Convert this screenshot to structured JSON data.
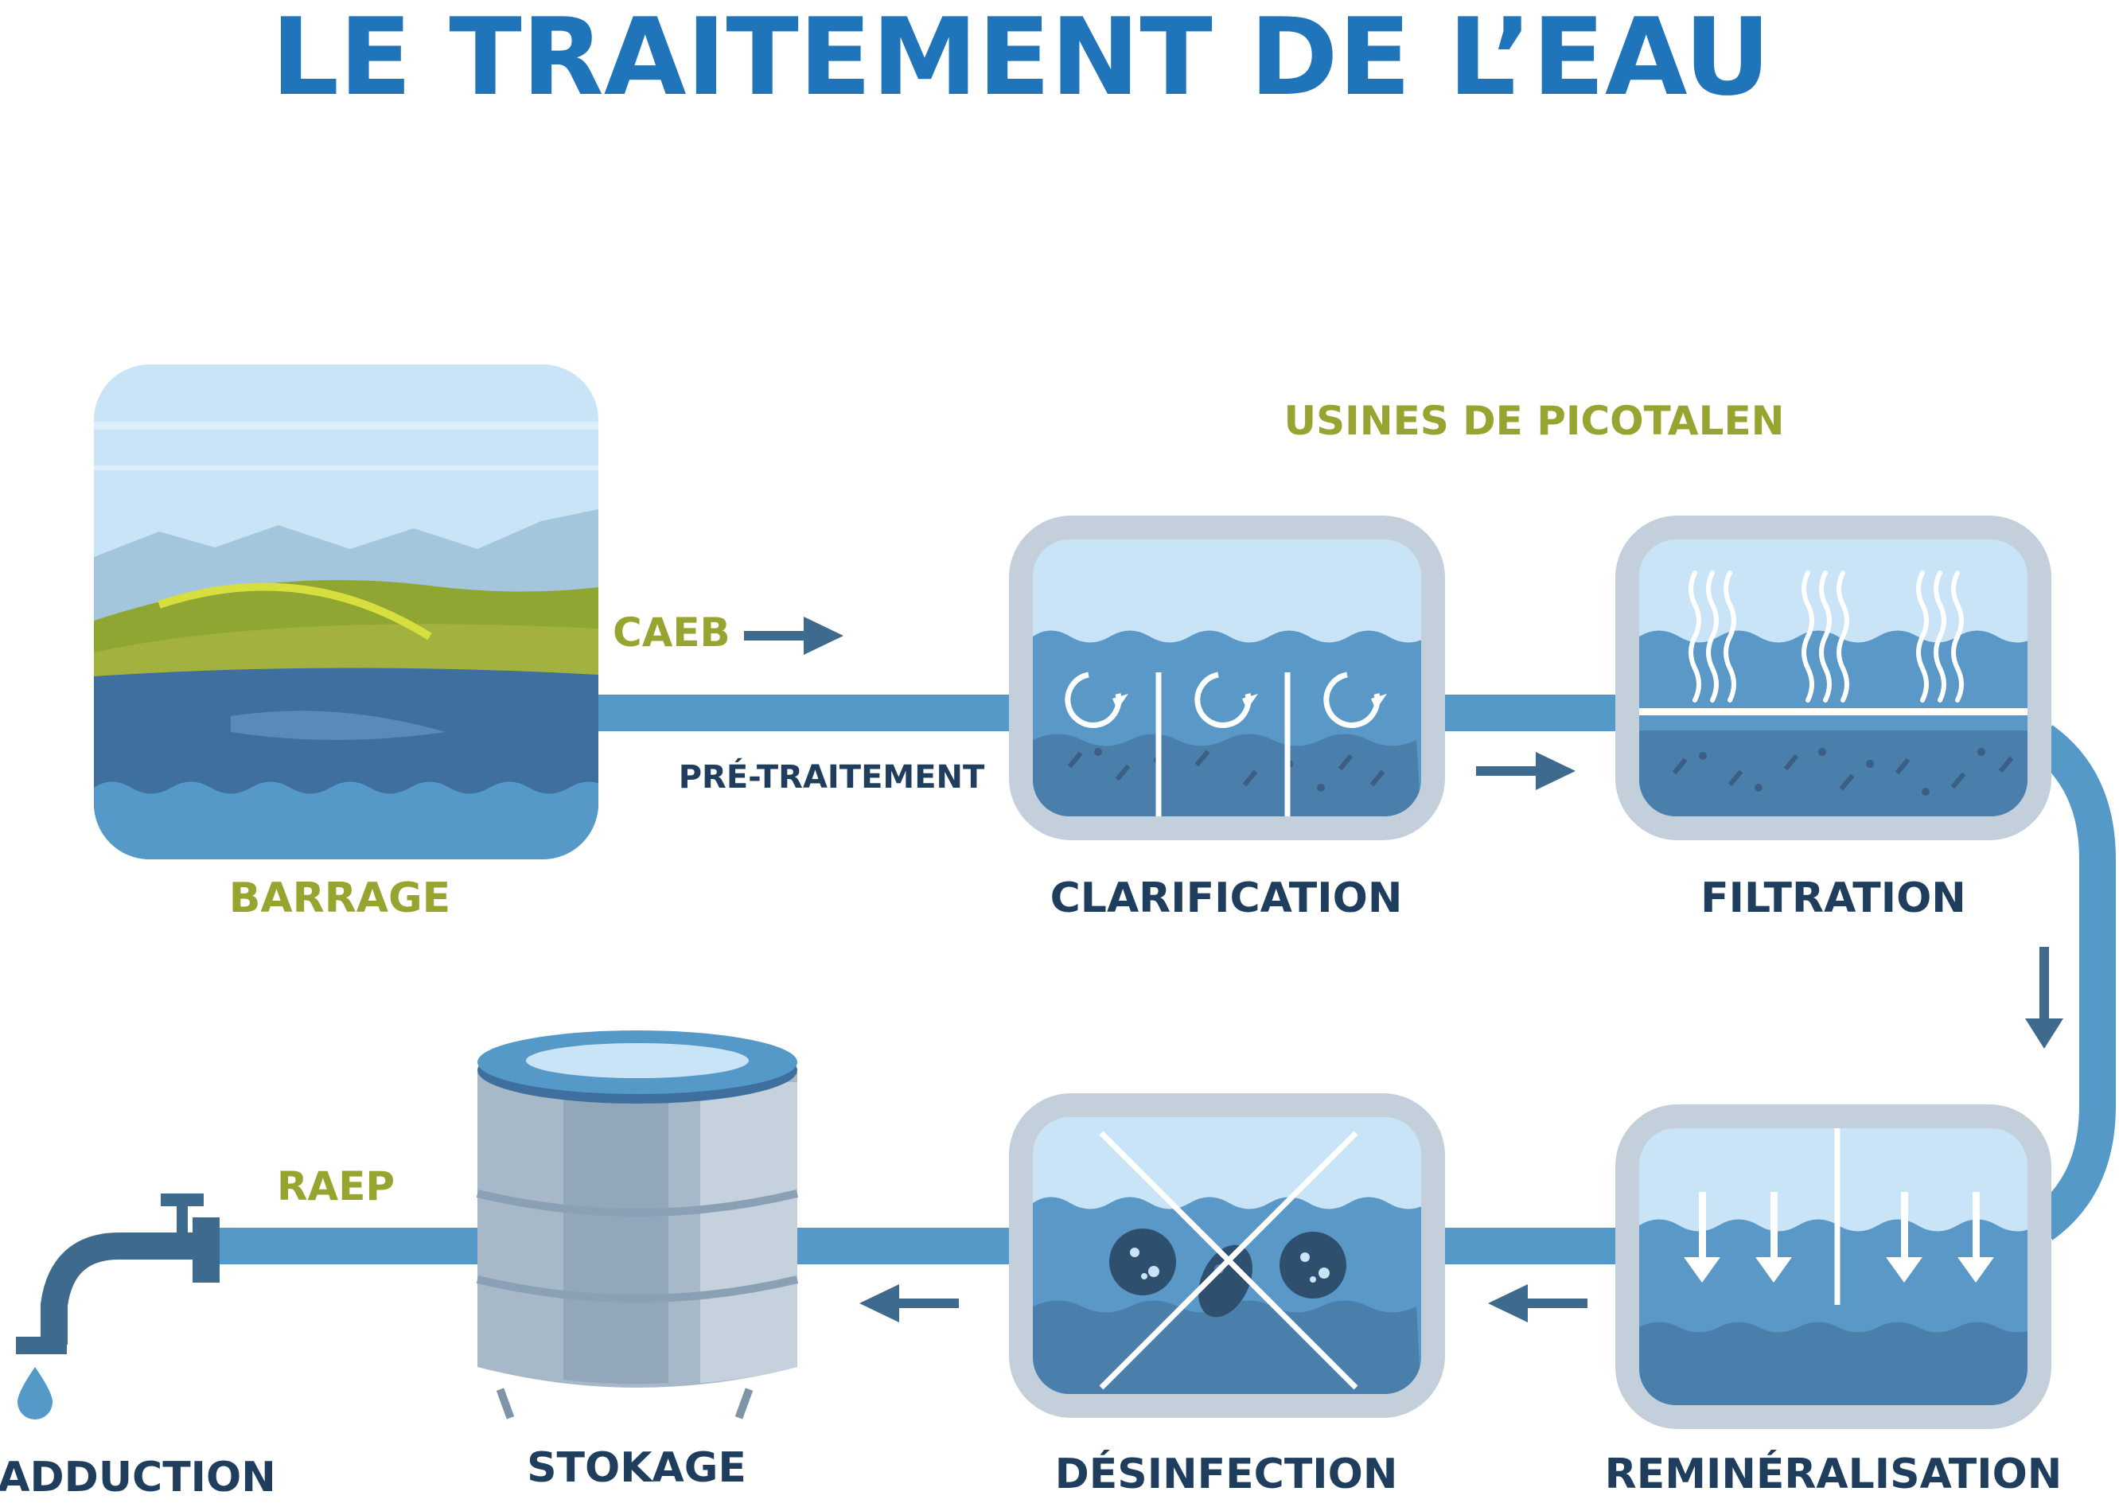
{
  "title": "LE TRAITEMENT DE L’EAU",
  "group_label": "USINES DE PICOTALEN",
  "stages": {
    "barrage": "BARRAGE",
    "clarification": "CLARIFICATION",
    "filtration": "FILTRATION",
    "remineralisation": "REMINÉRALISATION",
    "desinfection": "DÉSINFECTION",
    "stockage": "STOKAGE",
    "adduction": "ADDUCTION"
  },
  "flow_labels": {
    "caeb": "CAEB",
    "pretraitement": "PRÉ-TRAITEMENT",
    "raep": "RAEP"
  },
  "colors": {
    "title_blue": "#1f74ba",
    "olive": "#97a430",
    "navy": "#1f3d5c",
    "pipe": "#5599c8",
    "arrow": "#3e6a8e",
    "frame": "#b9c6d3",
    "water_light": "#c9e4f6",
    "water_mid": "#5a98c8",
    "water_dark": "#4a7fac"
  }
}
